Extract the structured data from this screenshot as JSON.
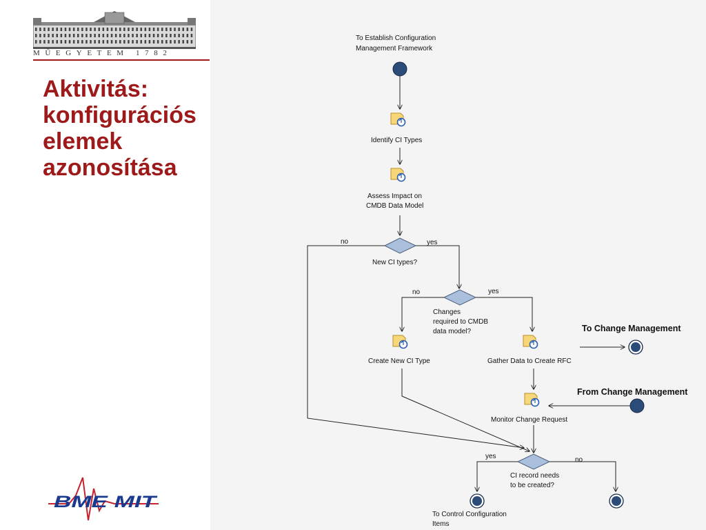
{
  "header": {
    "logo_caption": "MŰEGYETEM 1782",
    "title_lines": [
      "Aktivitás:",
      "konfigurációs",
      "elemek",
      "azonosítása"
    ]
  },
  "footer": {
    "logo_text": "BME MIT"
  },
  "diagram": {
    "start_label": [
      "To Establish Configuration",
      "Management Framework"
    ],
    "act_identify": "Identify CI Types",
    "act_assess": [
      "Assess Impact on",
      "CMDB Data Model"
    ],
    "dec_new_types": "New CI types?",
    "dec_changes": [
      "Changes",
      "required to CMDB",
      "data model?"
    ],
    "act_create": "Create New CI Type",
    "act_gather": "Gather Data to Create RFC",
    "act_monitor": "Monitor Change Request",
    "dec_ci_record": [
      "CI record needs",
      "to be created?"
    ],
    "end_control": [
      "To Control Configuration",
      "Items"
    ],
    "to_change_mgmt": "To Change Management",
    "from_change_mgmt": "From Change Management",
    "no": "no",
    "yes": "yes"
  },
  "colors": {
    "title": "#9e1a1a",
    "node": "#2b4b78",
    "diamond": "#a9bfdc",
    "panel": "#f4f4f4"
  }
}
